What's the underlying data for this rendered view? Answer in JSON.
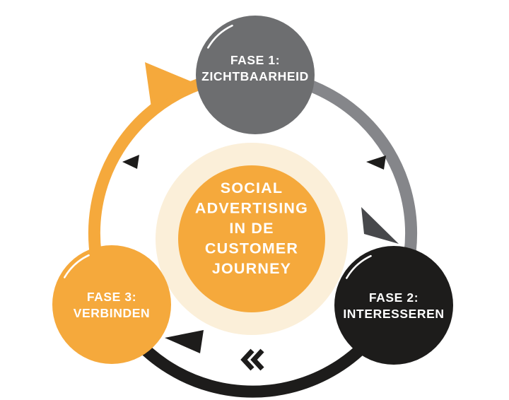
{
  "diagram": {
    "center_circle": {
      "lines": [
        "SOCIAL",
        "ADVERTISING",
        "IN DE",
        "CUSTOMER",
        "JOURNEY"
      ],
      "fill": "#F5A93C",
      "halo_fill": "#FBEFD9",
      "text_color": "#FFFFFF"
    },
    "phases": [
      {
        "lines": [
          "FASE 1:",
          "ZICHTBAARHEID"
        ],
        "circle_fill": "#6D6E70",
        "arc_color": "#85868A",
        "arrow_color": "#47484B"
      },
      {
        "lines": [
          "FASE 2:",
          "INTERESSEREN"
        ],
        "circle_fill": "#1D1C1B",
        "arc_color": "#1D1C1B",
        "arrow_color": "#1D1C1B"
      },
      {
        "lines": [
          "FASE 3:",
          "VERBINDEN"
        ],
        "circle_fill": "#F5A93C",
        "arc_color": "#F5A93C",
        "arrow_color": "#F5A93C"
      }
    ],
    "flow": {
      "chevron_color": "#1D1C1B"
    }
  }
}
